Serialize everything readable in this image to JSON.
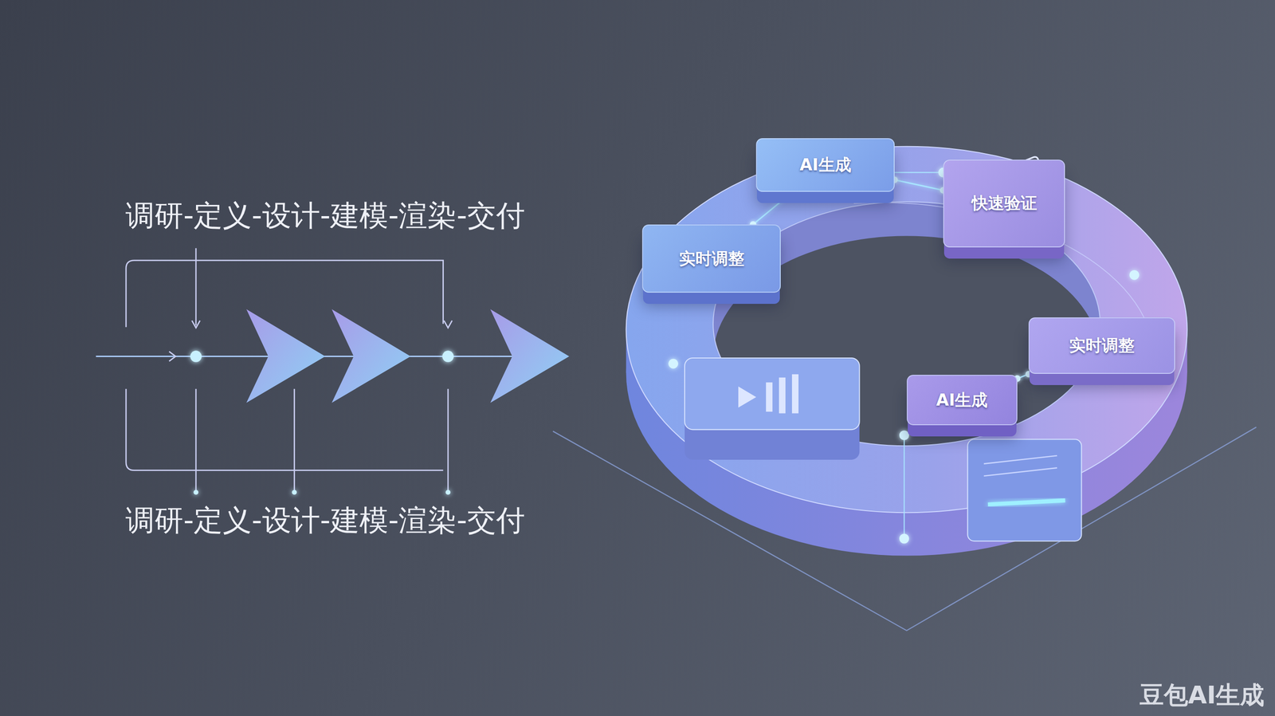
{
  "diagram": {
    "nodes": [
      {
        "text": [
          "AI生成"
        ]
      },
      {
        "text": [
          "快速验证"
        ]
      },
      {
        "text": [
          "实时调整"
        ]
      },
      {
        "text": [
          "实时调整"
        ]
      },
      {
        "text": [
          "AI生成"
        ]
      }
    ],
    "edges": [
      {
        "from": 2,
        "to": 0,
        "arrow": "none"
      },
      {
        "from": 0,
        "to": 1,
        "arrow": "none"
      },
      {
        "from": 4,
        "to": 3,
        "arrow": "none"
      }
    ],
    "labels": [
      "调研-定义-设计-建模-渲染-交付",
      "调研-定义-设计-建模-渲染-交付",
      "豆包AI生成"
    ]
  }
}
